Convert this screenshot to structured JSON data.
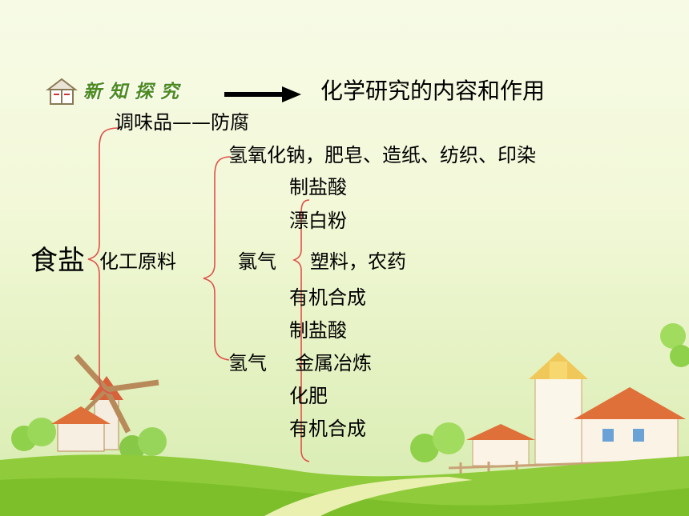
{
  "header": {
    "badge_label": "新知探究",
    "title": "化学研究的内容和作用"
  },
  "tree": {
    "root": "食盐",
    "seasoning": "调味品——防腐",
    "chemical": "化工原料",
    "naoh": "氢氧化钠，肥皂、造纸、纺织、印染",
    "chlorine": "氯气",
    "cl_uses": [
      "制盐酸",
      "漂白粉",
      "塑料，农药",
      "有机合成",
      "制盐酸"
    ],
    "hydrogen": "氢气",
    "h_uses": [
      "金属冶炼",
      "化肥",
      "有机合成"
    ]
  },
  "colors": {
    "brace": "#e0504a",
    "grass": "#8fcb3a",
    "roof": "#e0703a",
    "badge_text": "#4d8a1f"
  },
  "icons": {
    "book": "book-icon",
    "arrow": "arrow-right-icon"
  }
}
